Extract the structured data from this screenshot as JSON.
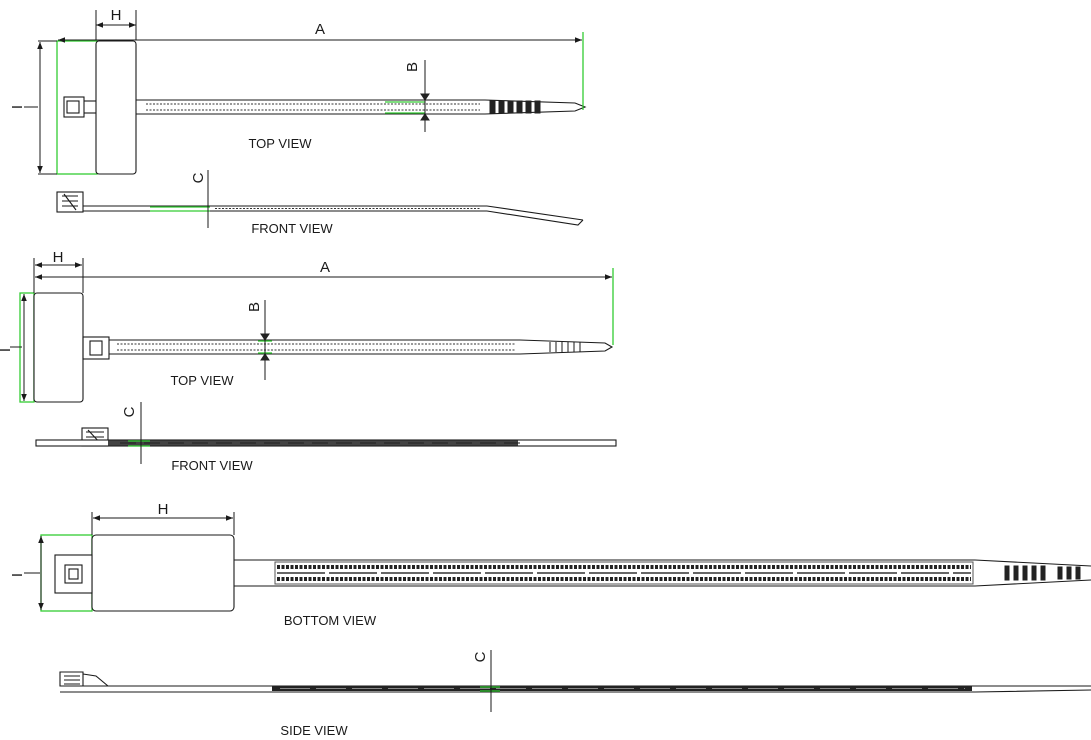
{
  "figure_1": {
    "dim_h": "H",
    "dim_a": "A",
    "dim_b": "B",
    "dim_i": "I",
    "dim_c": "C",
    "top_view_label": "TOP VIEW",
    "front_view_label": "FRONT VIEW"
  },
  "figure_2": {
    "dim_h": "H",
    "dim_a": "A",
    "dim_b": "B",
    "dim_i": "I",
    "dim_c": "C",
    "top_view_label": "TOP VIEW",
    "front_view_label": "FRONT VIEW"
  },
  "figure_3": {
    "dim_h": "H",
    "dim_i": "I",
    "dim_c": "C",
    "bottom_view_label": "BOTTOM VIEW",
    "side_view_label": "SIDE VIEW"
  },
  "colors": {
    "ink": "#1a1a1a",
    "dimension_highlight": "#33cc33"
  }
}
